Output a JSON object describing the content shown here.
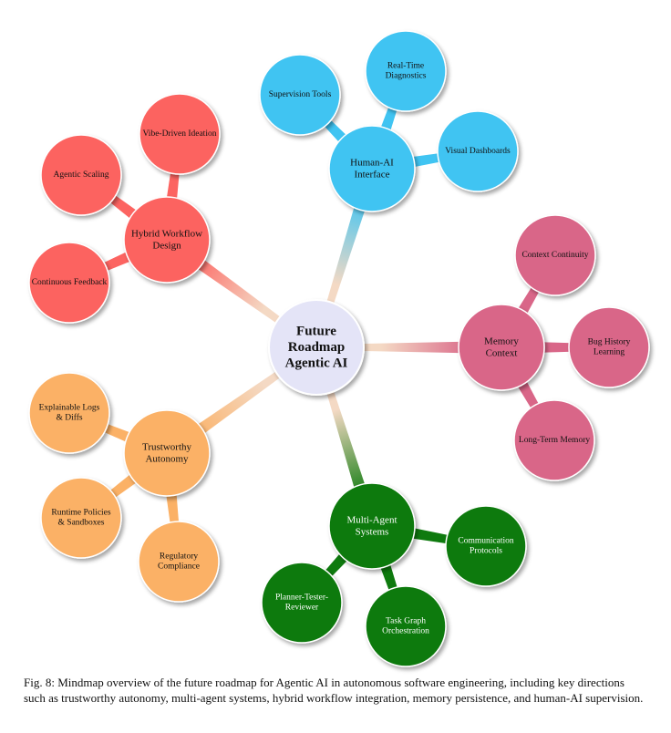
{
  "diagram": {
    "center": {
      "lines": [
        "Future",
        "Roadmap",
        "Agentic AI"
      ],
      "fill": "#e4e4f7"
    },
    "branches": [
      {
        "id": "human-ai-interface",
        "lines": [
          "Human-AI",
          "Interface"
        ],
        "color": "#40c4f2",
        "children": [
          {
            "lines": [
              "Supervision Tools"
            ]
          },
          {
            "lines": [
              "Real-Time",
              "Diagnostics"
            ]
          },
          {
            "lines": [
              "Visual Dashboards"
            ]
          }
        ]
      },
      {
        "id": "memory-context",
        "lines": [
          "Memory",
          "Context"
        ],
        "color": "#d96688",
        "children": [
          {
            "lines": [
              "Context Continuity"
            ]
          },
          {
            "lines": [
              "Bug History",
              "Learning"
            ]
          },
          {
            "lines": [
              "Long-Term Memory"
            ]
          }
        ]
      },
      {
        "id": "multi-agent-systems",
        "lines": [
          "Multi-Agent",
          "Systems"
        ],
        "color": "#0e7a0e",
        "children": [
          {
            "lines": [
              "Communication",
              "Protocols"
            ]
          },
          {
            "lines": [
              "Task Graph",
              "Orchestration"
            ]
          },
          {
            "lines": [
              "Planner-Tester-",
              "Reviewer"
            ]
          }
        ]
      },
      {
        "id": "trustworthy-autonomy",
        "lines": [
          "Trustworthy",
          "Autonomy"
        ],
        "color": "#fbb166",
        "children": [
          {
            "lines": [
              "Explainable Logs",
              "& Diffs"
            ]
          },
          {
            "lines": [
              "Runtime Policies",
              "& Sandboxes"
            ]
          },
          {
            "lines": [
              "Regulatory",
              "Compliance"
            ]
          }
        ]
      },
      {
        "id": "hybrid-workflow-design",
        "lines": [
          "Hybrid Workflow",
          "Design"
        ],
        "color": "#fc6461",
        "children": [
          {
            "lines": [
              "Vibe-Driven Ideation"
            ]
          },
          {
            "lines": [
              "Agentic Scaling"
            ]
          },
          {
            "lines": [
              "Continuous Feedback"
            ]
          }
        ]
      }
    ]
  },
  "caption": "Fig. 8: Mindmap overview of the future roadmap for Agentic AI in autonomous software engineering, including key directions such as trustworthy autonomy, multi-agent systems, hybrid workflow integration, memory persistence, and human-AI supervision."
}
